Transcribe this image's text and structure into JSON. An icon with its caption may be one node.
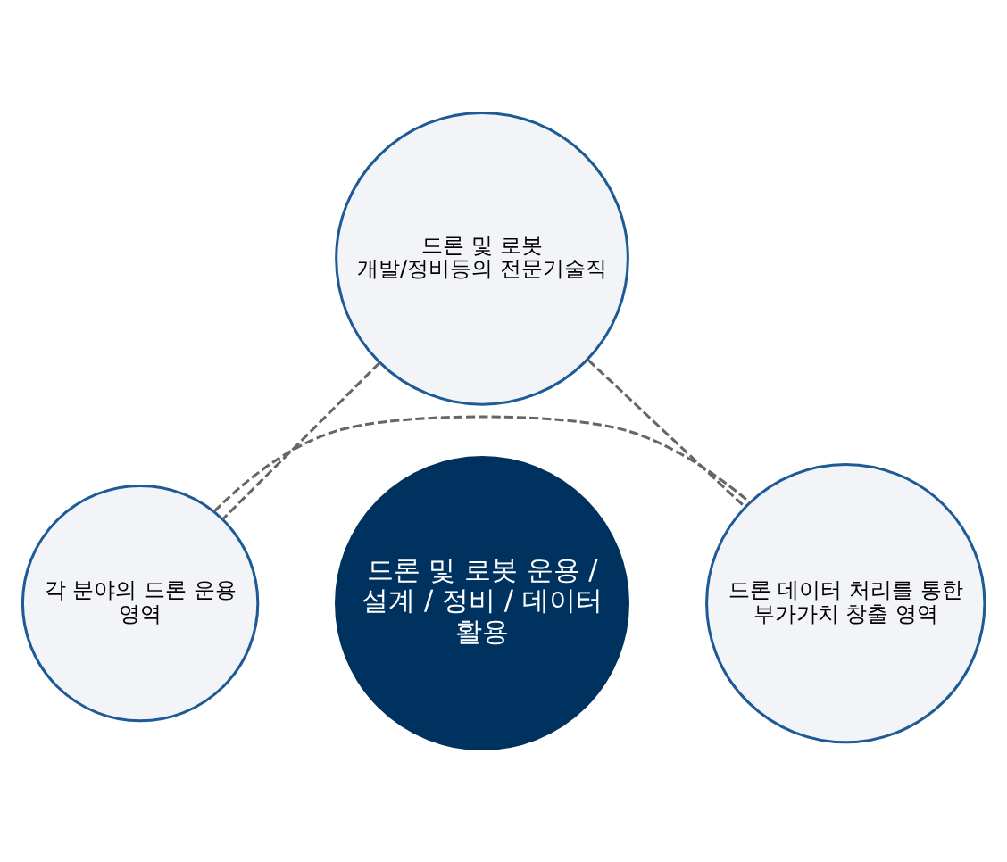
{
  "diagram": {
    "nodes": [
      {
        "text": [
          "드론 및 로봇 운용 / 설계 / 정비 / 데이터 활용"
        ]
      },
      {
        "text": [
          "드론 및 로봇 개발/정비등의 전문기술직"
        ]
      },
      {
        "text": [
          "각 분야의 드론 운용 영역"
        ]
      },
      {
        "text": [
          "드론 데이터 처리를 통한 부가가치 창출 영역"
        ]
      }
    ],
    "edges": [
      {
        "from": 1,
        "to": 2,
        "arrow": "none",
        "style": "dashed"
      },
      {
        "from": 1,
        "to": 3,
        "arrow": "none",
        "style": "dashed"
      },
      {
        "from": 2,
        "to": 3,
        "arrow": "none",
        "style": "dashed"
      }
    ]
  }
}
